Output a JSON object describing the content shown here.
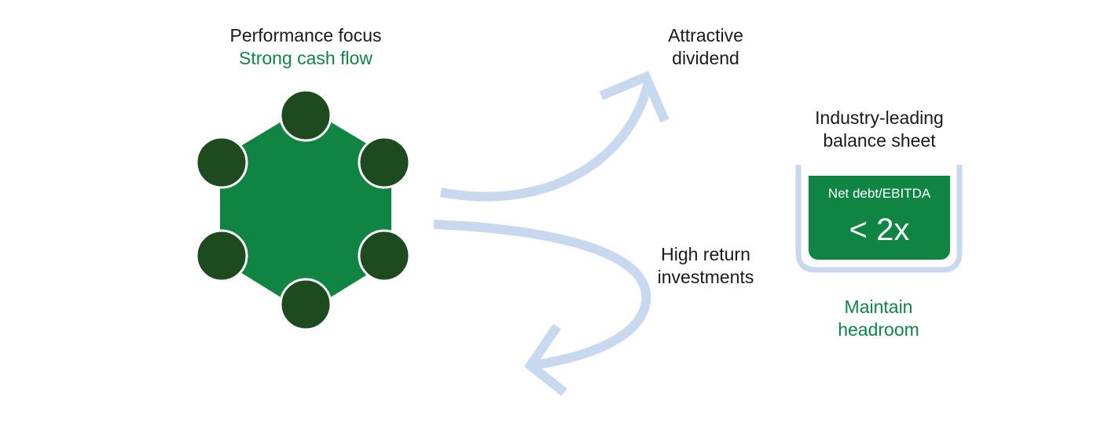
{
  "performance": {
    "title": "Performance focus",
    "subtitle": "Strong cash flow"
  },
  "outcomes": {
    "dividend": "Attractive dividend",
    "investments": "High return investments"
  },
  "balance_sheet": {
    "title": "Industry-leading balance sheet",
    "metric_label": "Net debt/EBITDA",
    "metric_value": "< 2x",
    "note": "Maintain headroom"
  },
  "colors": {
    "hexagon": "#0f8443",
    "nodes": "#1d4a1e",
    "arrows": "#c8d9ef",
    "accent_text": "#0f8443"
  }
}
